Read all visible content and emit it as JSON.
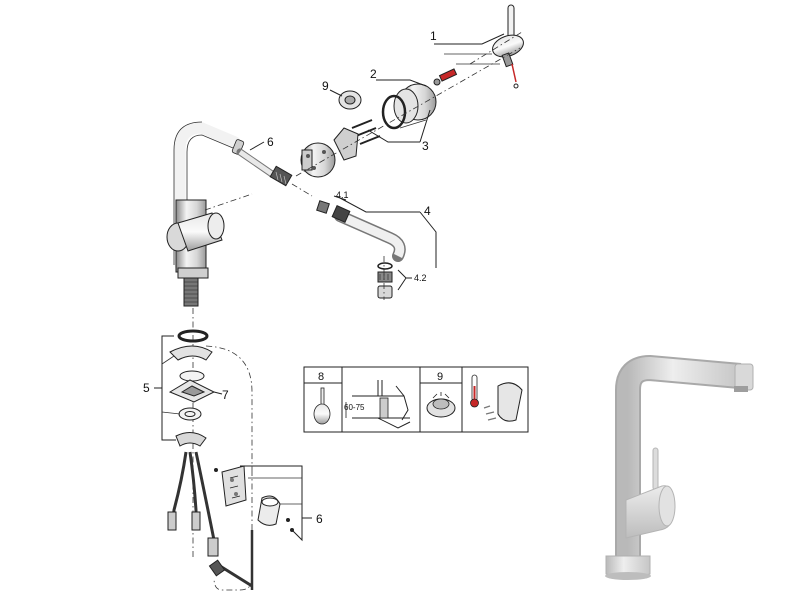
{
  "callouts": {
    "c1": "1",
    "c2": "2",
    "c3": "3",
    "c4": "4",
    "c4_1": "4.1",
    "c4_2": "4.2",
    "c5": "5",
    "c6_top": "6",
    "c6_bottom": "6",
    "c7": "7",
    "c9": "9"
  },
  "info_table": {
    "col1_header": "8",
    "col3_header": "9",
    "dimension": "60-75"
  },
  "colors": {
    "line": "#222222",
    "steel_light": "#f2f2f2",
    "steel_dark": "#6e6e6e",
    "thermo_red": "#c62828"
  }
}
